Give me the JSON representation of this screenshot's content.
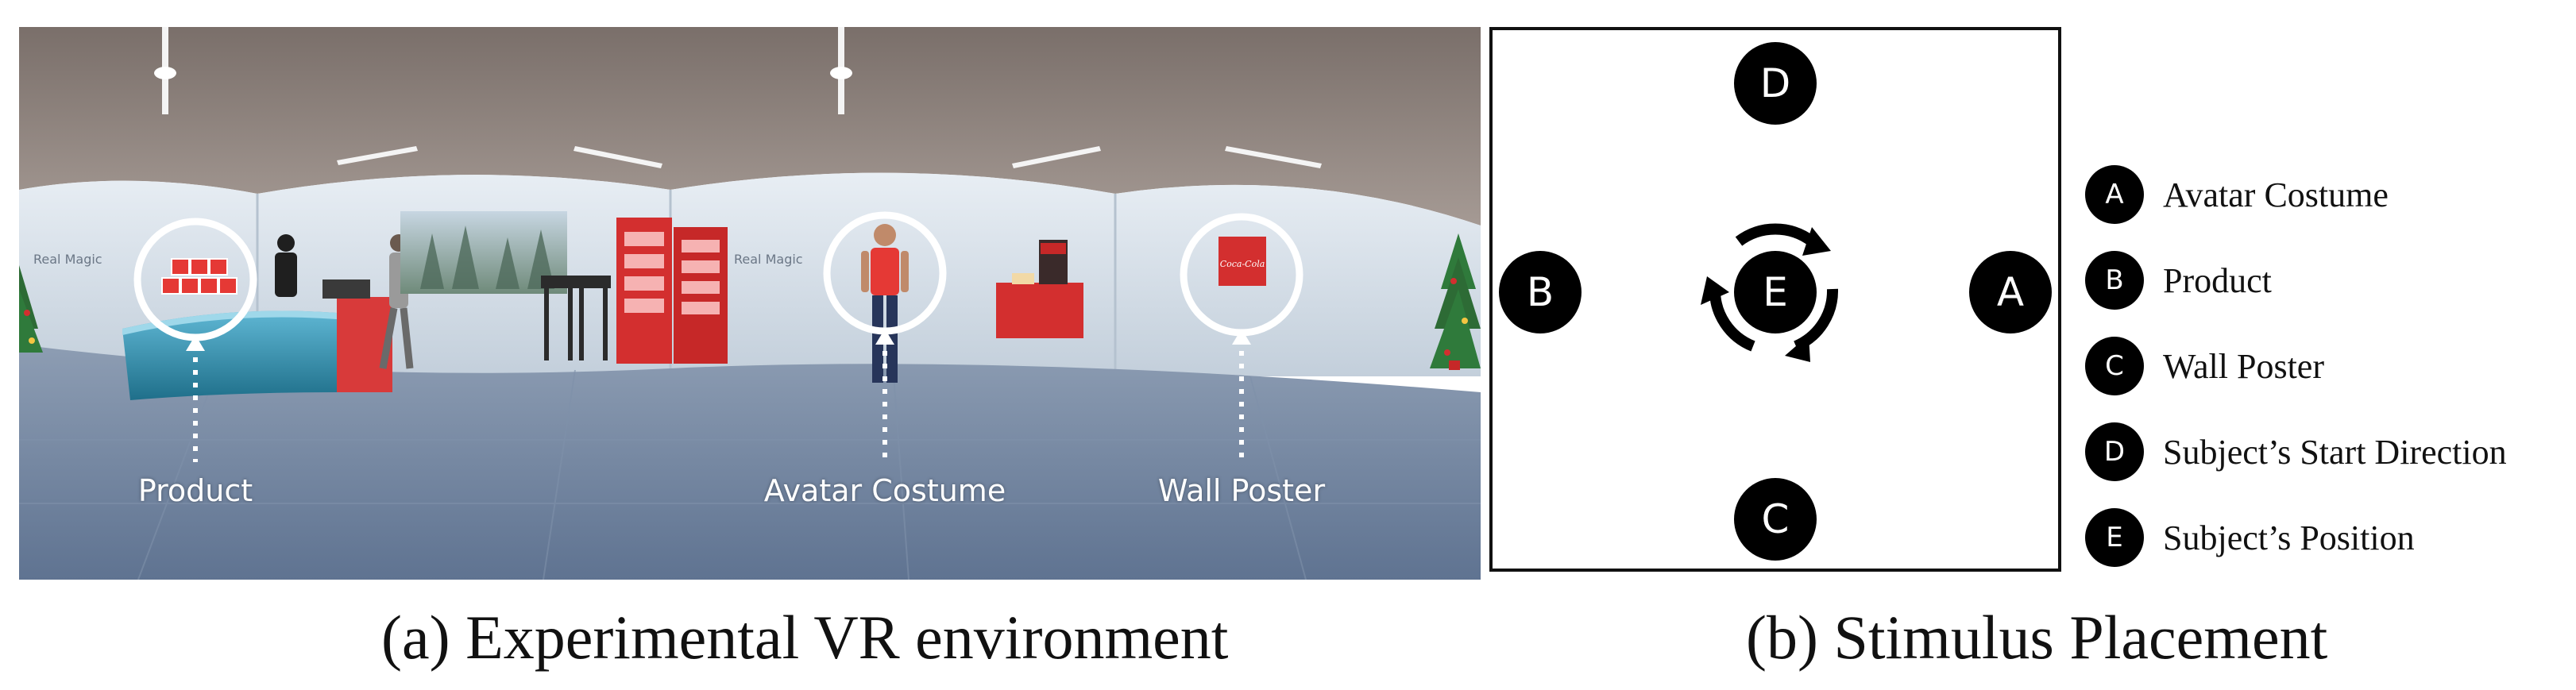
{
  "panel_a": {
    "caption": "(a) Experimental VR environment",
    "labels": {
      "product": "Product",
      "avatar": "Avatar Costume",
      "poster": "Wall Poster"
    },
    "wall_text": "Real Magic",
    "poster_logo_text": "Coca-Cola"
  },
  "panel_b": {
    "caption": "(b) Stimulus Placement",
    "nodes": {
      "a": "A",
      "b": "B",
      "c": "C",
      "d": "D",
      "e": "E"
    },
    "legend": [
      {
        "key": "A",
        "label": "Avatar Costume"
      },
      {
        "key": "B",
        "label": "Product"
      },
      {
        "key": "C",
        "label": "Wall Poster"
      },
      {
        "key": "D",
        "label": "Subject’s Start Direction"
      },
      {
        "key": "E",
        "label": "Subject’s Position"
      }
    ]
  }
}
